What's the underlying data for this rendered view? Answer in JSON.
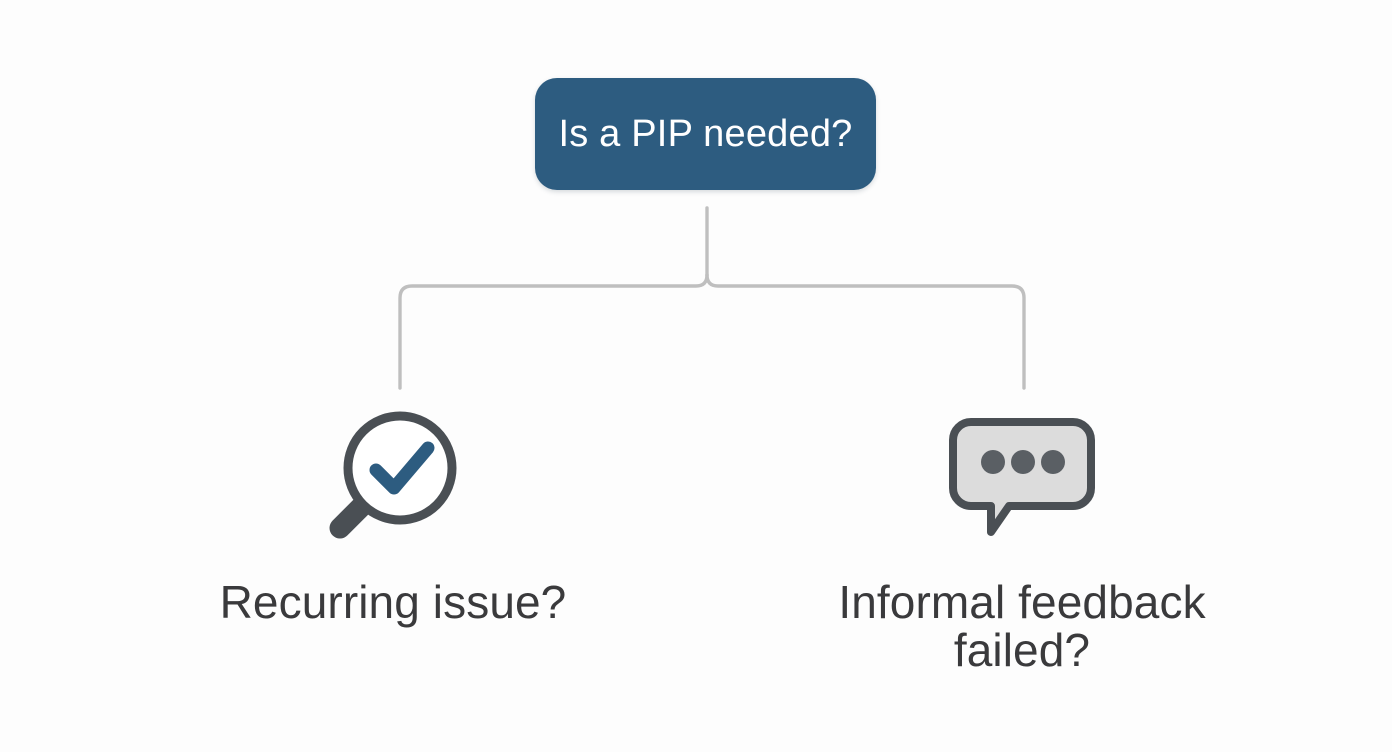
{
  "diagram": {
    "title": "Is a PIP needed?",
    "type": "decision-tree",
    "background_color": "#fdfdfd",
    "accent_color": "#2d5c80",
    "icon_color": "#4a4f54",
    "label_color": "#3a3a3c",
    "connector_color": "#bfbfbf",
    "root": {
      "label": "Is a PIP needed?",
      "text_color": "#ffffff",
      "fill_color": "#2d5c80"
    },
    "branches": [
      {
        "icon": "magnifier-check-icon",
        "label": "Recurring issue?"
      },
      {
        "icon": "speech-bubble-dots-icon",
        "label": "Informal feedback\nfailed?"
      }
    ]
  }
}
